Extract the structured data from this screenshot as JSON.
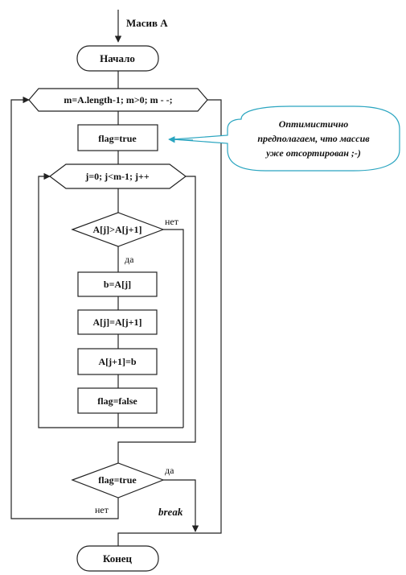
{
  "input_label": "Масив А",
  "start_label": "Начало",
  "end_label": "Конец",
  "outer_loop_label": "m=A.length-1; m>0; m - -;",
  "flag_true_label": "flag=true",
  "inner_loop_label": "j=0; j<m-1; j++",
  "compare_label": "A[j]>A[j+1]",
  "assign_b_label": "b=A[j]",
  "assign_aj_label": "A[j]=A[j+1]",
  "assign_aj1_label": "A[j+1]=b",
  "flag_false_label": "flag=false",
  "check_flag_label": "flag=true",
  "yes_label": "да",
  "no_label": "нет",
  "break_label": "break",
  "comment_lines": [
    "Оптимистично",
    "предполагаем, что массив",
    "уже отсортирован ;-)"
  ],
  "colors": {
    "comment": "#2aa5c0",
    "break": "#c0282a",
    "stroke": "#222222"
  }
}
